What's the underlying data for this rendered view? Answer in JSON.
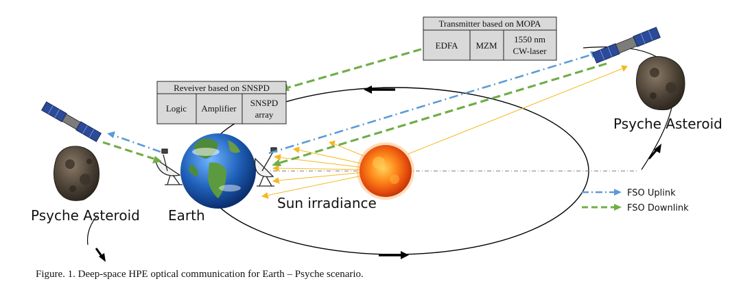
{
  "labels": {
    "asteroid_left": "Psyche Asteroid",
    "asteroid_right": "Psyche Asteroid",
    "earth": "Earth",
    "sun": "Sun irradiance",
    "caption": "Figure. 1. Deep-space HPE optical communication for Earth – Psyche scenario."
  },
  "receiver": {
    "title": "Reveiver based on SNSPD",
    "cells": [
      {
        "lines": [
          "Logic"
        ]
      },
      {
        "lines": [
          "Amplifier"
        ]
      },
      {
        "lines": [
          "SNSPD",
          "array"
        ]
      }
    ]
  },
  "transmitter": {
    "title": "Transmitter based on MOPA",
    "cells": [
      {
        "lines": [
          "EDFA"
        ]
      },
      {
        "lines": [
          "MZM"
        ]
      },
      {
        "lines": [
          "1550 nm",
          "CW-laser"
        ]
      }
    ]
  },
  "legend": [
    {
      "label": "FSO Uplink",
      "color": "#5b9bd5",
      "style": "dash-dot"
    },
    {
      "label": "FSO Downlink",
      "color": "#70ad47",
      "style": "dashed"
    }
  ],
  "colors": {
    "uplink": "#5b9bd5",
    "downlink": "#70ad47",
    "sun_rays": "#f5b820",
    "box_fill": "#d9d9d9",
    "orbit": "#000000"
  }
}
